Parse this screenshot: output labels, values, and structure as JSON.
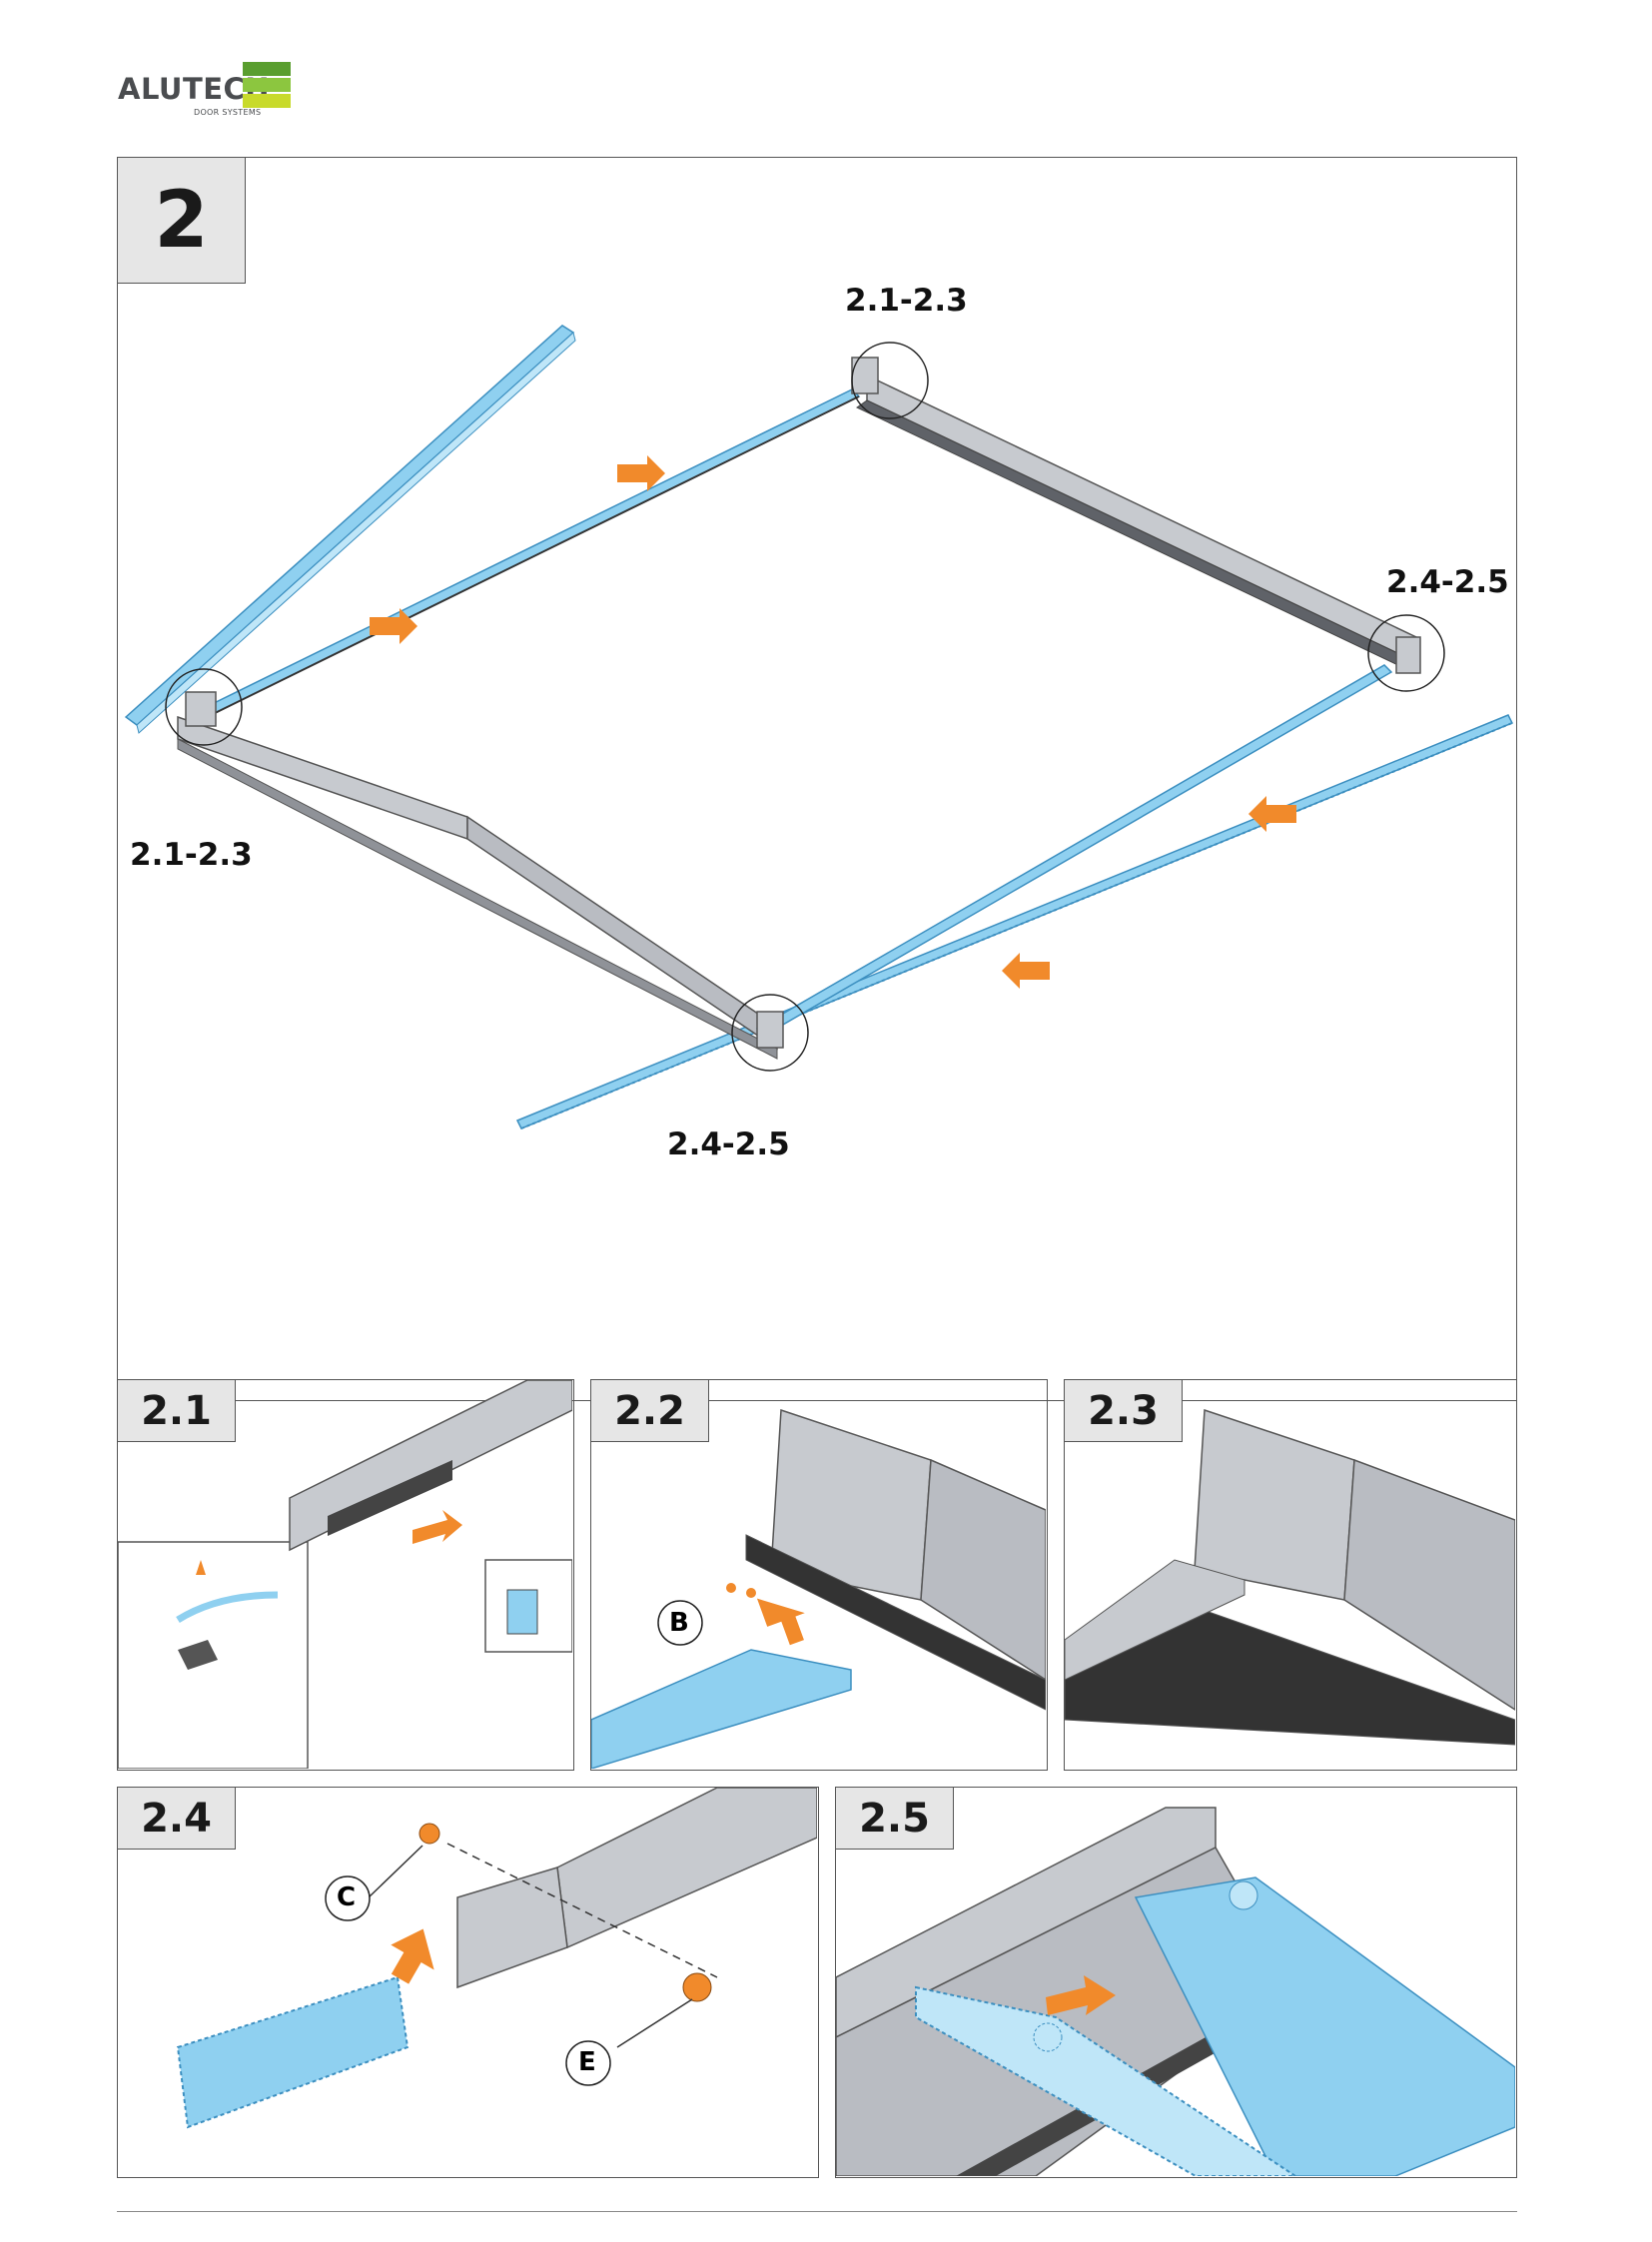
{
  "header": {
    "brand": "ALUTECH",
    "brand_sub": "DOOR SYSTEMS",
    "brand_colors": [
      "#5a9e2f",
      "#8cc63f",
      "#c8da2b"
    ]
  },
  "main_step": {
    "number": "2",
    "callouts": {
      "top": "2.1-2.3",
      "right": "2.4-2.5",
      "left": "2.1-2.3",
      "bottom": "2.4-2.5"
    }
  },
  "substeps": {
    "s21": {
      "label": "2.1"
    },
    "s22": {
      "label": "2.2",
      "part": "B"
    },
    "s23": {
      "label": "2.3"
    },
    "s24": {
      "label": "2.4",
      "part_c": "C",
      "part_e": "E"
    },
    "s25": {
      "label": "2.5"
    }
  },
  "colors": {
    "profile_blue": "#8fd0f0",
    "steel_grey": "#b9bcc2",
    "arrow_orange": "#f18a2b",
    "frame_line": "#555555"
  }
}
